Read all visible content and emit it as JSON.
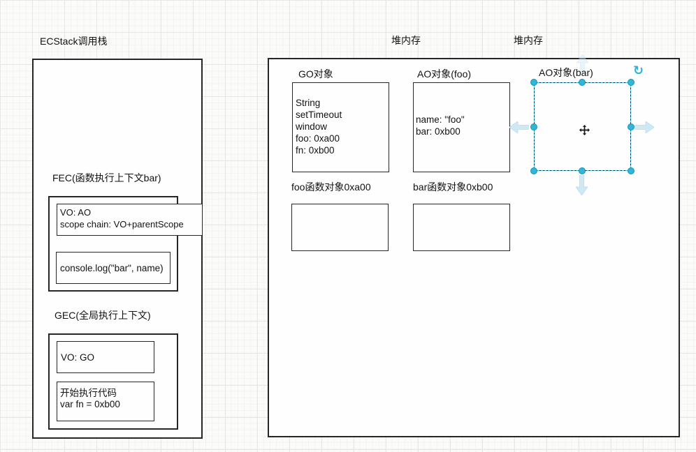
{
  "colors": {
    "selection_handle": "#2fb6d9",
    "selection_dash": "#3ec6e0",
    "direction_arrow_fill": "#cfe9f4",
    "shape_border": "#262626",
    "text": "#121212"
  },
  "call_stack": {
    "title": "ECStack调用栈",
    "fec": {
      "label": "FEC(函数执行上下文bar)",
      "vo_line1": "VO: AO",
      "vo_line2": "scope chain: VO+parentScope",
      "code_line1": "console.log(\"bar\", name)"
    },
    "gec": {
      "label": "GEC(全局执行上下文)",
      "vo_line1": "VO: GO",
      "code_line1": "开始执行代码",
      "code_line2": "var fn = 0xb00"
    }
  },
  "heap": {
    "label_left": "堆内存",
    "label_right": "堆内存",
    "go_object": {
      "title": "GO对象",
      "lines": [
        "String",
        "setTimeout",
        "window",
        "foo: 0xa00",
        "fn: 0xb00"
      ]
    },
    "ao_foo": {
      "title": "AO对象(foo)",
      "line1": "name: \"foo\"",
      "line2": "bar: 0xb00"
    },
    "ao_bar": {
      "title": "AO对象(bar)"
    },
    "foo_fn": {
      "title": "foo函数对象0xa00"
    },
    "bar_fn": {
      "title": "bar函数对象0xb00"
    }
  },
  "selection_ui": {
    "rotate_glyph": "↻"
  }
}
